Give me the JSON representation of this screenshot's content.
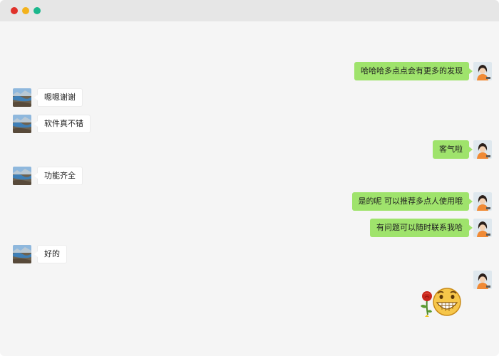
{
  "colors": {
    "titlebar": "#e6e6e6",
    "chat_bg": "#f5f5f5",
    "close": "#e0322b",
    "minimize": "#f3b21b",
    "maximize": "#1bb78c",
    "outgoing_bubble": "#9fe36c",
    "incoming_bubble": "#ffffff"
  },
  "icons": {
    "window_buttons": [
      "close-icon",
      "minimize-icon",
      "maximize-icon"
    ],
    "contact_avatar": "landscape-avatar",
    "self_avatar": "woman-avatar",
    "sticker": [
      "rose-icon",
      "grinning-face-icon"
    ]
  },
  "messages": [
    {
      "side": "right",
      "text": "哈哈哈多点点会有更多的发现"
    },
    {
      "side": "left",
      "text": "嗯嗯谢谢"
    },
    {
      "side": "left",
      "text": "软件真不错"
    },
    {
      "side": "right",
      "text": "客气啦"
    },
    {
      "side": "left",
      "text": "功能齐全"
    },
    {
      "side": "right",
      "text": "是的呢 可以推荐多点人使用哦"
    },
    {
      "side": "right",
      "text": "有问题可以随时联系我哈"
    },
    {
      "side": "left",
      "text": "好的"
    },
    {
      "side": "right",
      "type": "sticker"
    }
  ]
}
